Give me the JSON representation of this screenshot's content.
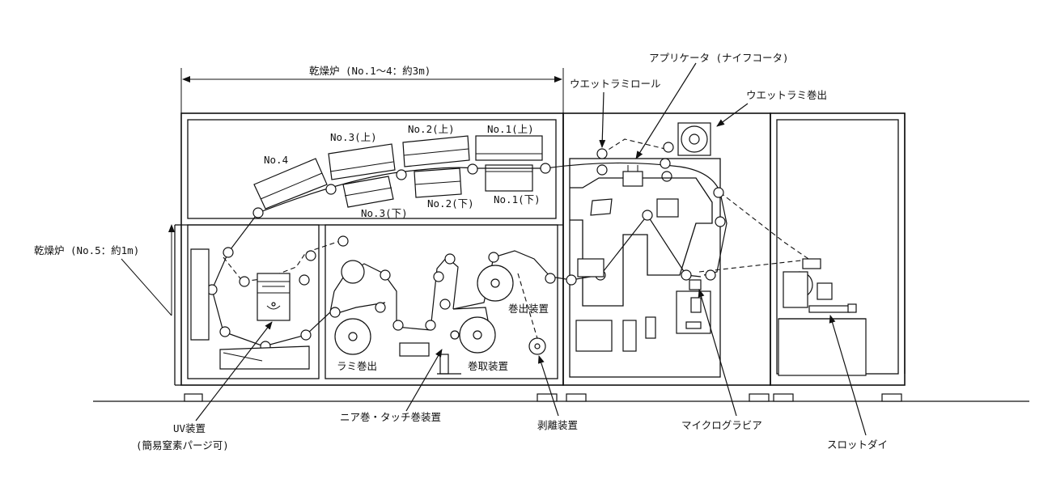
{
  "labels": {
    "dryer_top": "乾燥炉 (No.1～4：約3m)",
    "dryer_side": "乾燥炉 (No.5：約1m)",
    "no4": "No.4",
    "no3_up": "No.3(上)",
    "no2_up": "No.2(上)",
    "no1_up": "No.1(上)",
    "no3_down": "No.3(下)",
    "no2_down": "No.2(下)",
    "no1_down": "No.1(下)",
    "applicator": "アプリケータ (ナイフコータ)",
    "wet_lami_roll": "ウエットラミロール",
    "wet_lami_unwind": "ウエットラミ巻出",
    "unwind_device": "巻出装置",
    "lami_unwind": "ラミ巻出",
    "winder": "巻取装置",
    "uv_device_1": "UV装置",
    "uv_device_2": "(簡易窒素パージ可)",
    "nip_touch": "ニア巻・タッチ巻装置",
    "peel_device": "剥離装置",
    "micro_gravure": "マイクログラビア",
    "slot_die": "スロットダイ"
  }
}
